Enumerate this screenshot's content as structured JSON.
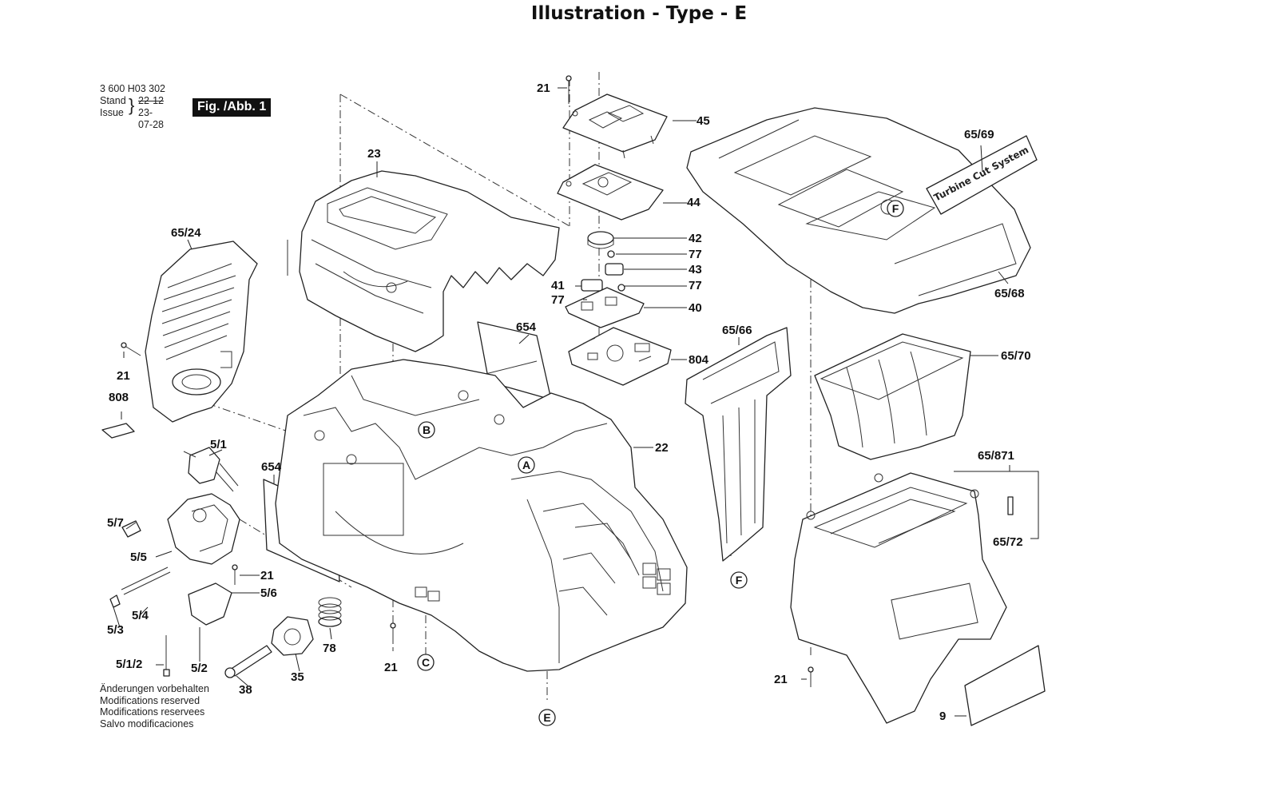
{
  "title": "Illustration - Type - E",
  "header": {
    "part_number": "3 600 H03 302",
    "stand_label": "Stand",
    "issue_label": "Issue",
    "old_date": "22-12",
    "new_date": "23-07-28",
    "figure": "Fig. /Abb. 1"
  },
  "notes": [
    "Änderungen vorbehalten",
    "Modifications reserved",
    "Modifications reservees",
    "Salvo modificaciones"
  ],
  "label_print": "Turbine Cut System",
  "reference_markers": [
    "A",
    "B",
    "C",
    "E",
    "F",
    "F"
  ],
  "callouts": [
    "21",
    "45",
    "44",
    "42",
    "77",
    "43",
    "77",
    "41",
    "77",
    "40",
    "804",
    "654",
    "23",
    "65/24",
    "21",
    "808",
    "5/1",
    "654",
    "5/7",
    "5/5",
    "21",
    "5/6",
    "5/4",
    "5/3",
    "5/1/2",
    "5/2",
    "38",
    "35",
    "78",
    "21",
    "22",
    "65/66",
    "65/69",
    "65/68",
    "65/70",
    "65/871",
    "65/72",
    "21",
    "9"
  ]
}
